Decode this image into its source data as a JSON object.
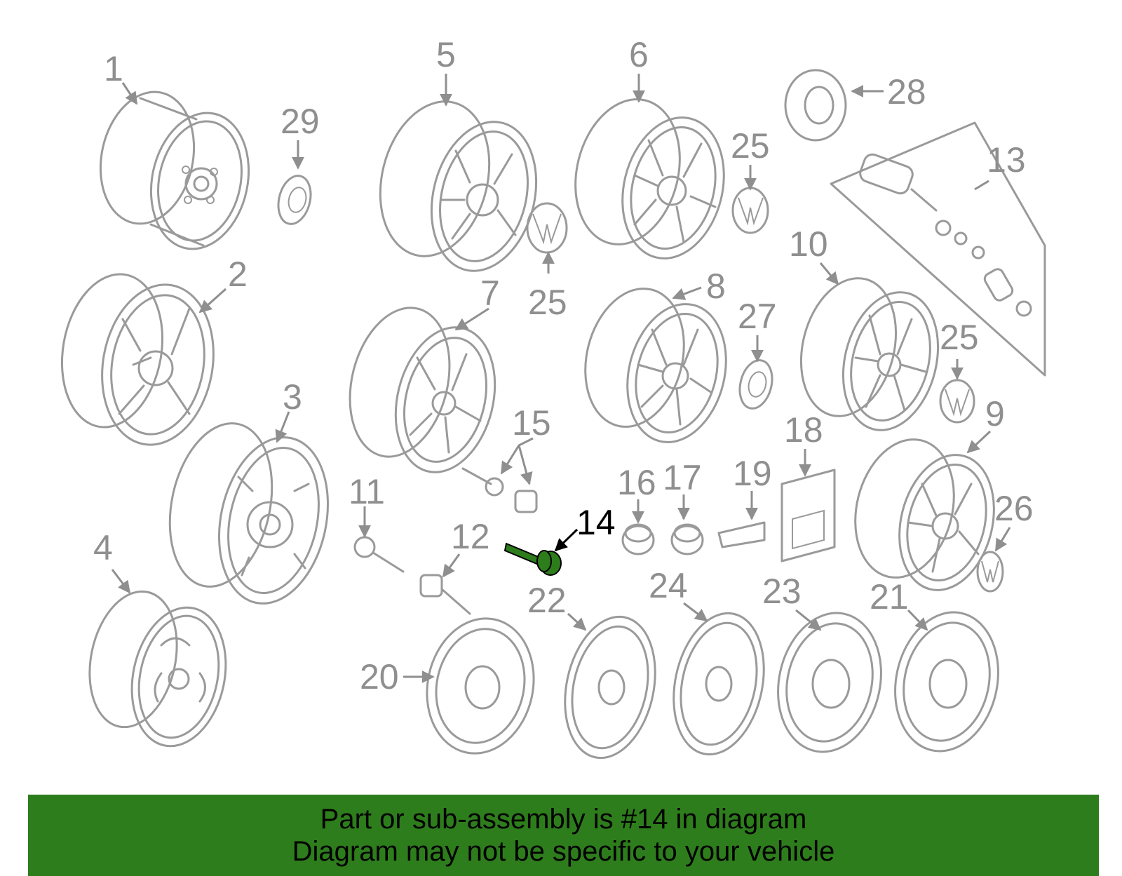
{
  "diagram": {
    "highlight_color": "#2e7d1c",
    "line_color": "#9a9a9a",
    "highlighted_part": "14",
    "labels": [
      "1",
      "2",
      "3",
      "4",
      "5",
      "6",
      "7",
      "8",
      "9",
      "10",
      "11",
      "12",
      "13",
      "14",
      "15",
      "16",
      "17",
      "18",
      "19",
      "20",
      "21",
      "22",
      "23",
      "24",
      "25",
      "25",
      "25",
      "26",
      "27",
      "28",
      "29"
    ]
  },
  "footer": {
    "background": "#2e7d1c",
    "line1": "Part or sub-assembly is #14 in diagram",
    "line2": "Diagram may not be specific to your vehicle"
  }
}
